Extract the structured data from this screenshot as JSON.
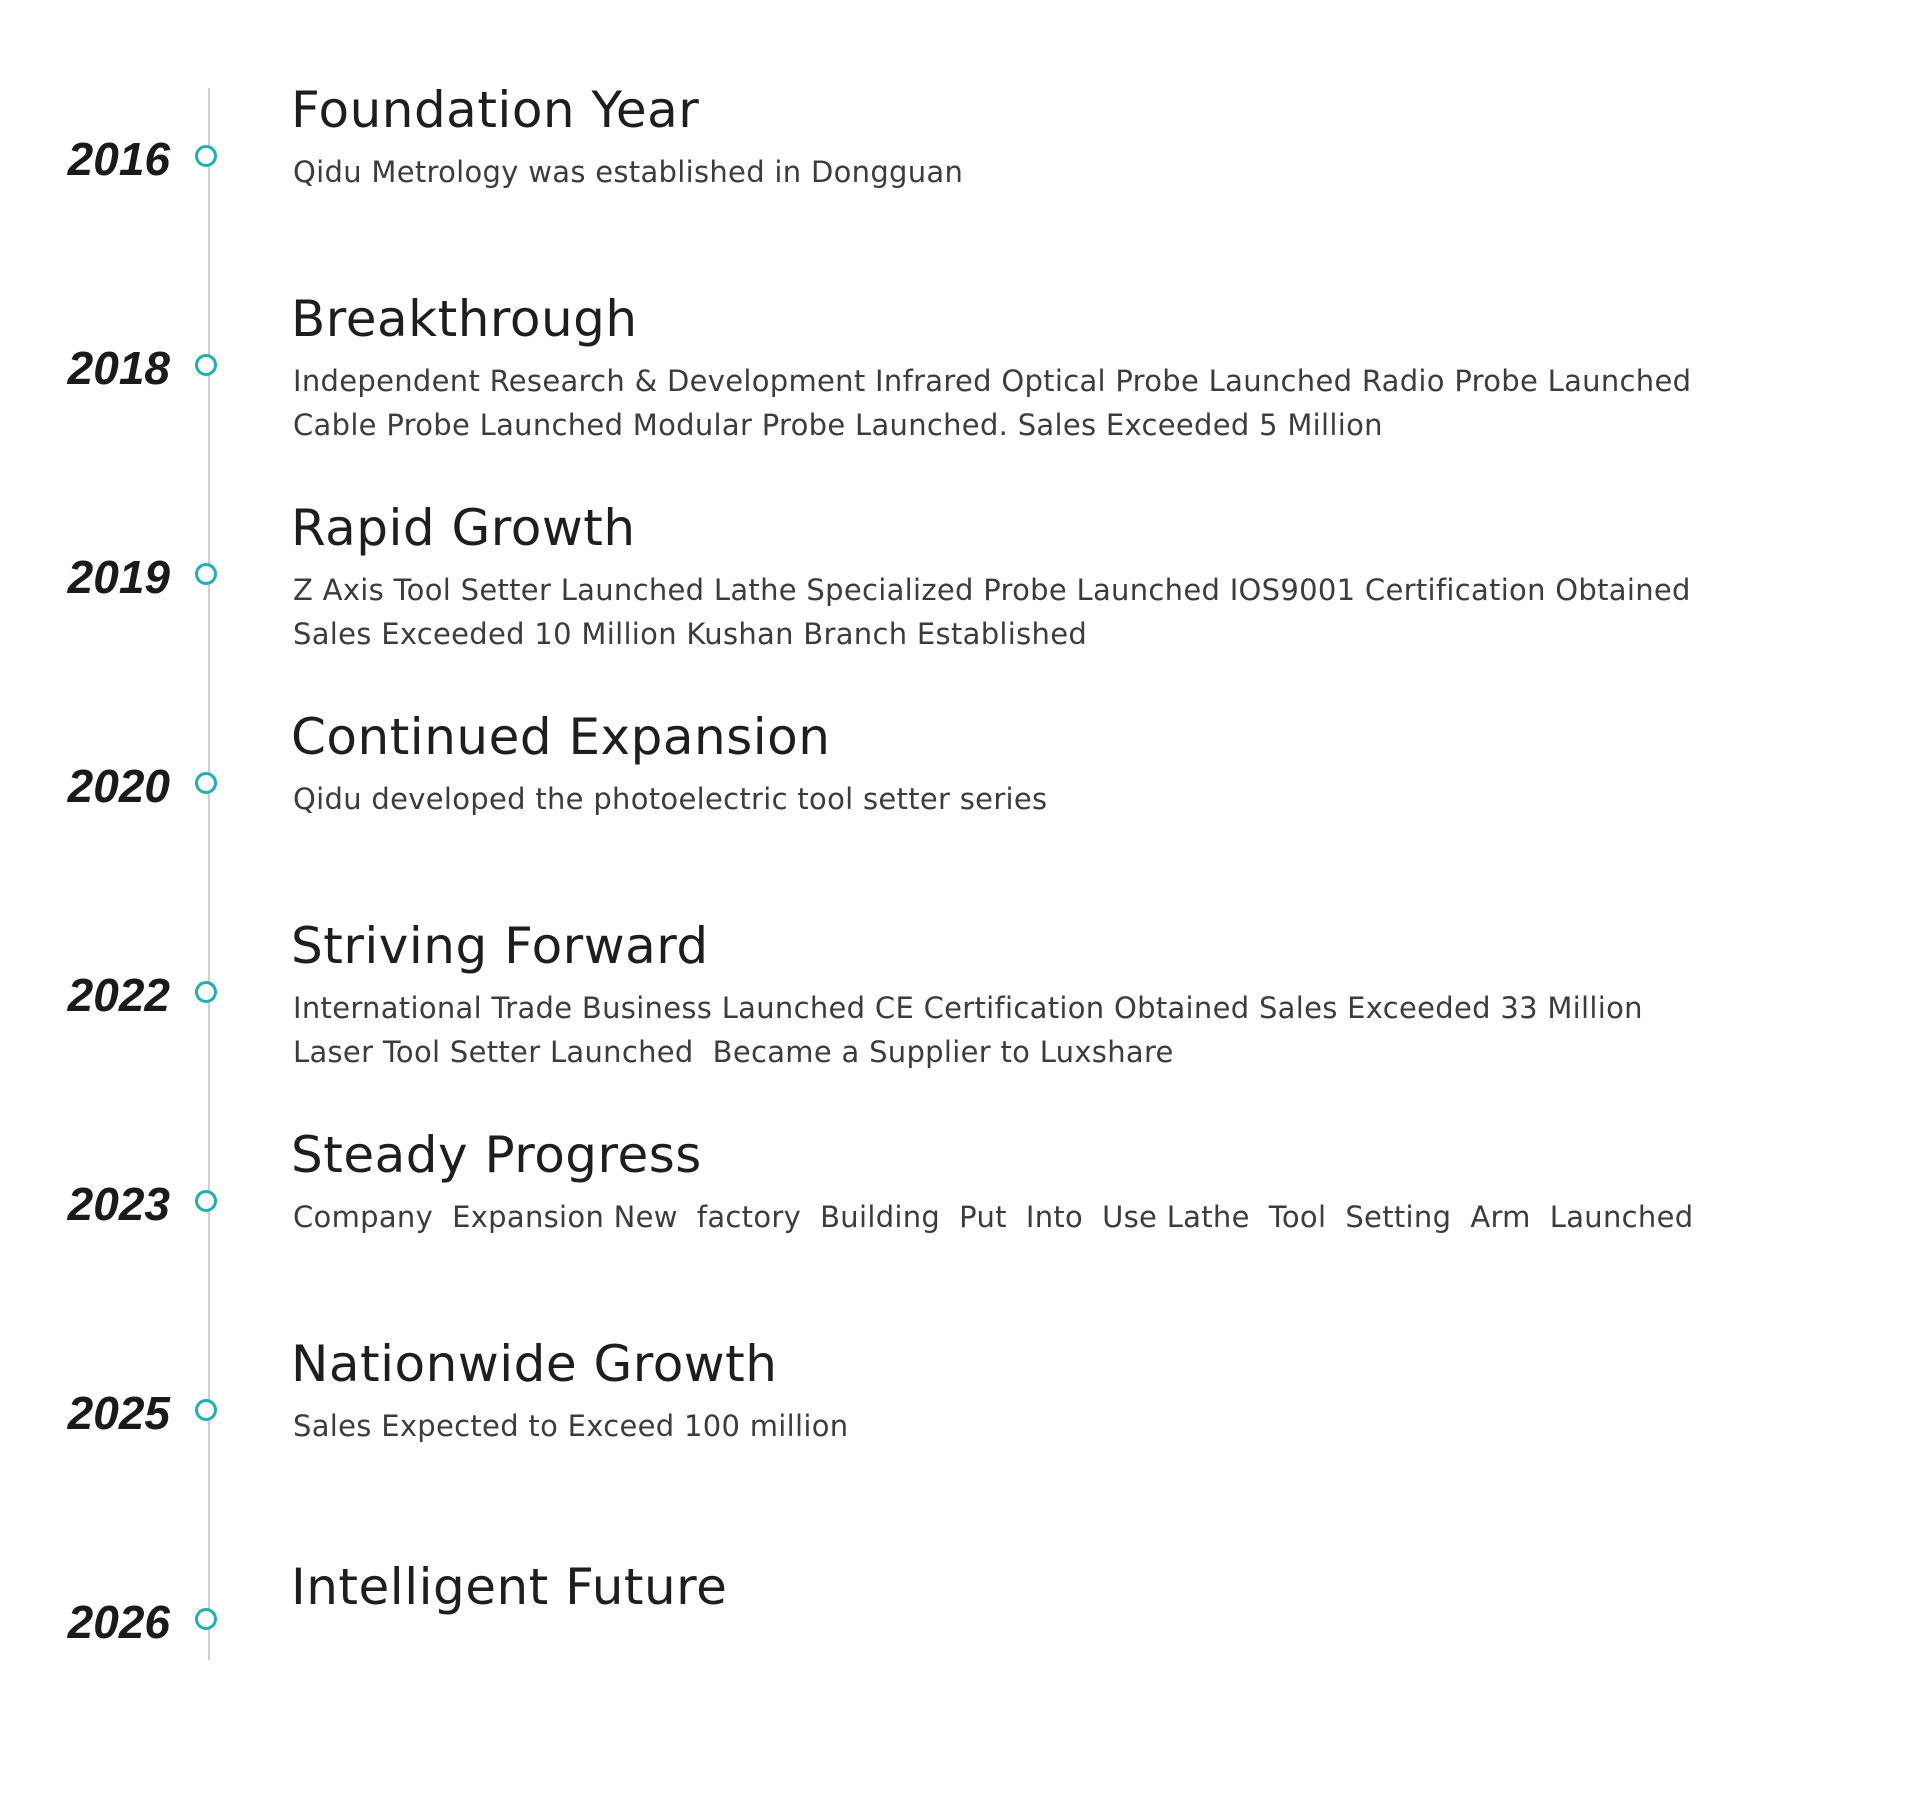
{
  "timeline": {
    "entries": [
      {
        "year": "2016",
        "title": "Foundation Year",
        "lines": [
          "Qidu Metrology was established in Dongguan"
        ]
      },
      {
        "year": "2018",
        "title": "Breakthrough",
        "lines": [
          "Independent Research & Development Infrared Optical Probe Launched Radio Probe Launched",
          "Cable Probe Launched Modular Probe Launched. Sales Exceeded 5 Million"
        ]
      },
      {
        "year": "2019",
        "title": "Rapid Growth",
        "lines": [
          "Z Axis Tool Setter Launched Lathe Specialized Probe Launched IOS9001 Certification Obtained",
          "Sales Exceeded 10 Million Kushan Branch Established"
        ]
      },
      {
        "year": "2020",
        "title": "Continued Expansion",
        "lines": [
          "Qidu developed the photoelectric tool setter series"
        ]
      },
      {
        "year": "2022",
        "title": "Striving Forward",
        "lines": [
          "International Trade Business Launched CE Certification Obtained Sales Exceeded 33 Million",
          "Laser Tool Setter Launched  Became a Supplier to Luxshare"
        ]
      },
      {
        "year": "2023",
        "title": "Steady Progress",
        "lines": [
          "Company  Expansion New  factory  Building  Put  Into  Use Lathe  Tool  Setting  Arm  Launched"
        ]
      },
      {
        "year": "2025",
        "title": "Nationwide Growth",
        "lines": [
          "Sales Expected to Exceed 100 million"
        ]
      },
      {
        "year": "2026",
        "title": "Intelligent Future",
        "lines": []
      }
    ]
  },
  "colors": {
    "accent": "#1fb1ad",
    "axis": "#cfcfcf",
    "year_text": "#1a1a1a",
    "title_text": "#1e1e1e",
    "desc_text": "#3c3c3c"
  },
  "icons": {
    "marker": "circle-marker-icon"
  }
}
